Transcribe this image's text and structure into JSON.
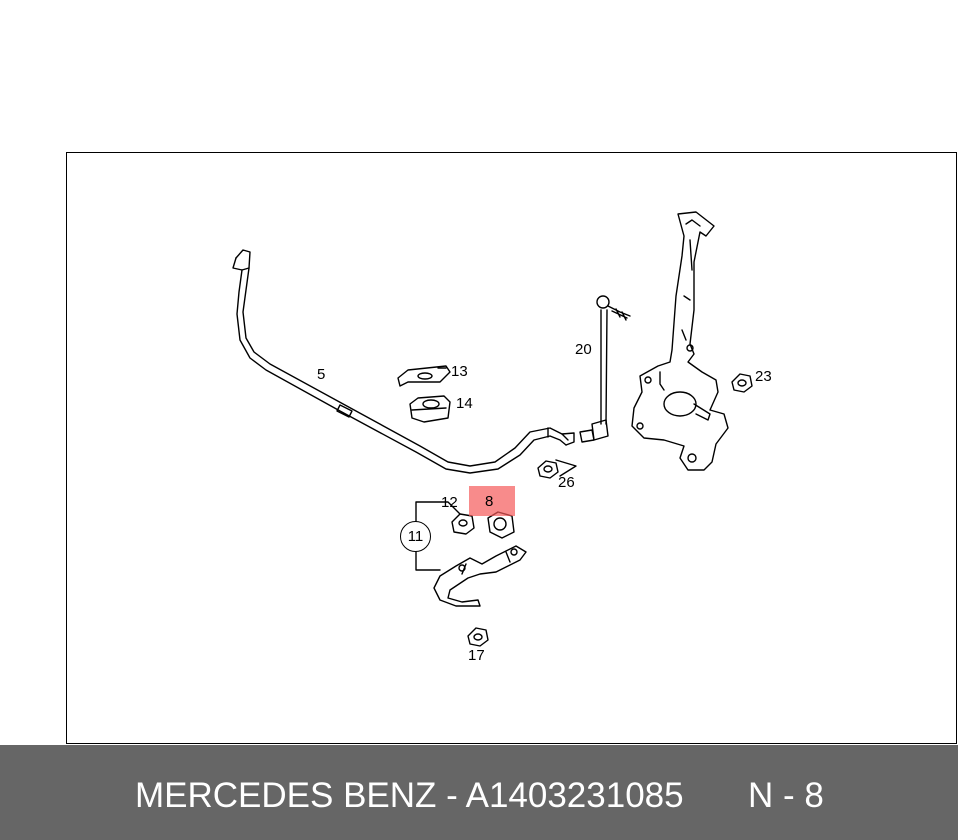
{
  "diagram": {
    "labels": {
      "part_5": "5",
      "part_8": "8",
      "part_11": "11",
      "part_12": "12",
      "part_13": "13",
      "part_14": "14",
      "part_17": "17",
      "part_20": "20",
      "part_23": "23",
      "part_26": "26"
    },
    "highlighted_part": "8",
    "highlight_color": "#f55a5a"
  },
  "footer": {
    "title": "MERCEDES BENZ - A1403231085",
    "position": "N - 8",
    "background": "#666666",
    "text_color": "#ffffff"
  }
}
